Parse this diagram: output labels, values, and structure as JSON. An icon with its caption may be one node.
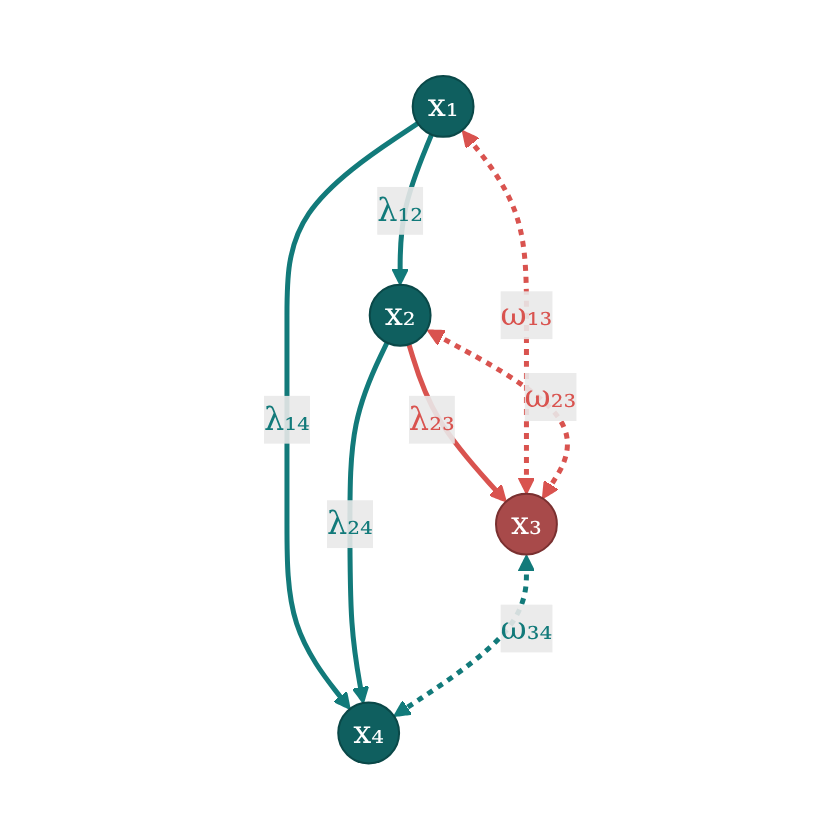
{
  "diagram": {
    "nodes": [
      {
        "text": [
          "x₁"
        ]
      },
      {
        "text": [
          "x₂"
        ]
      },
      {
        "text": [
          "x₃"
        ]
      },
      {
        "text": [
          "x₄"
        ]
      }
    ],
    "edges": [
      {
        "from": 0,
        "to": 1,
        "arrow": "to",
        "label": "λ₁₂"
      },
      {
        "from": 0,
        "to": 3,
        "arrow": "to",
        "label": "λ₁₄"
      },
      {
        "from": 1,
        "to": 2,
        "arrow": "to",
        "label": "λ₂₃",
        "color": "#d9534f"
      },
      {
        "from": 1,
        "to": 3,
        "arrow": "to",
        "label": "λ₂₄"
      },
      {
        "from": 0,
        "to": 2,
        "arrow": "both",
        "label": "ω₁₃",
        "style": "dashed",
        "color": "#d9534f"
      },
      {
        "from": 1,
        "to": 2,
        "arrow": "both",
        "label": "ω₂₃",
        "style": "dashed",
        "color": "#d9534f"
      },
      {
        "from": 2,
        "to": 3,
        "arrow": "both",
        "label": "ω₃₄",
        "style": "dashed"
      }
    ]
  }
}
